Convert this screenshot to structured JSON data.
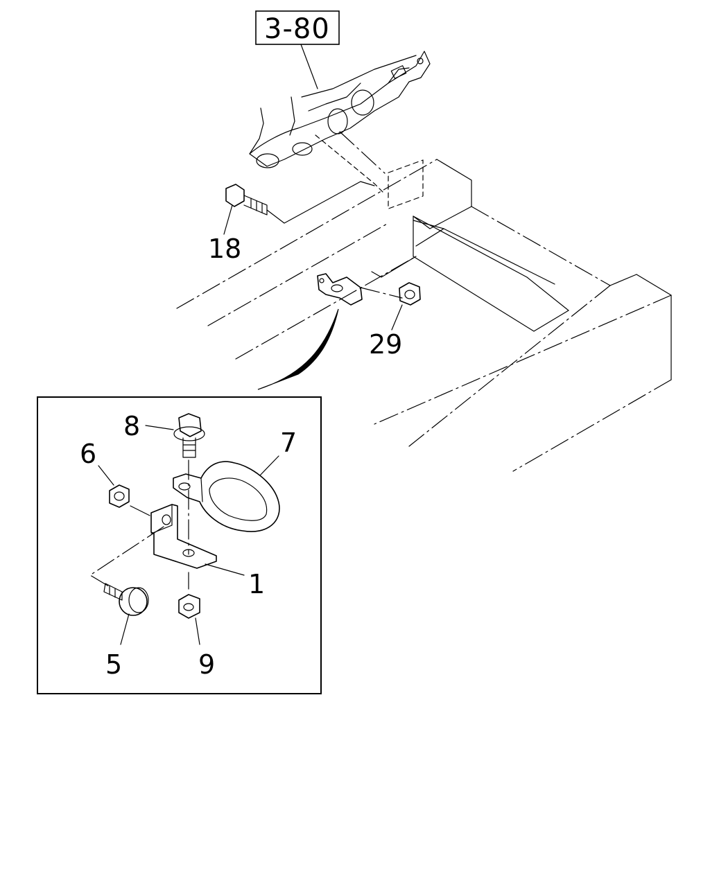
{
  "reference_box": {
    "text": "3-80"
  },
  "callouts": {
    "c18": "18",
    "c29": "29",
    "c8": "8",
    "c6": "6",
    "c7": "7",
    "c1": "1",
    "c5": "5",
    "c9": "9"
  }
}
